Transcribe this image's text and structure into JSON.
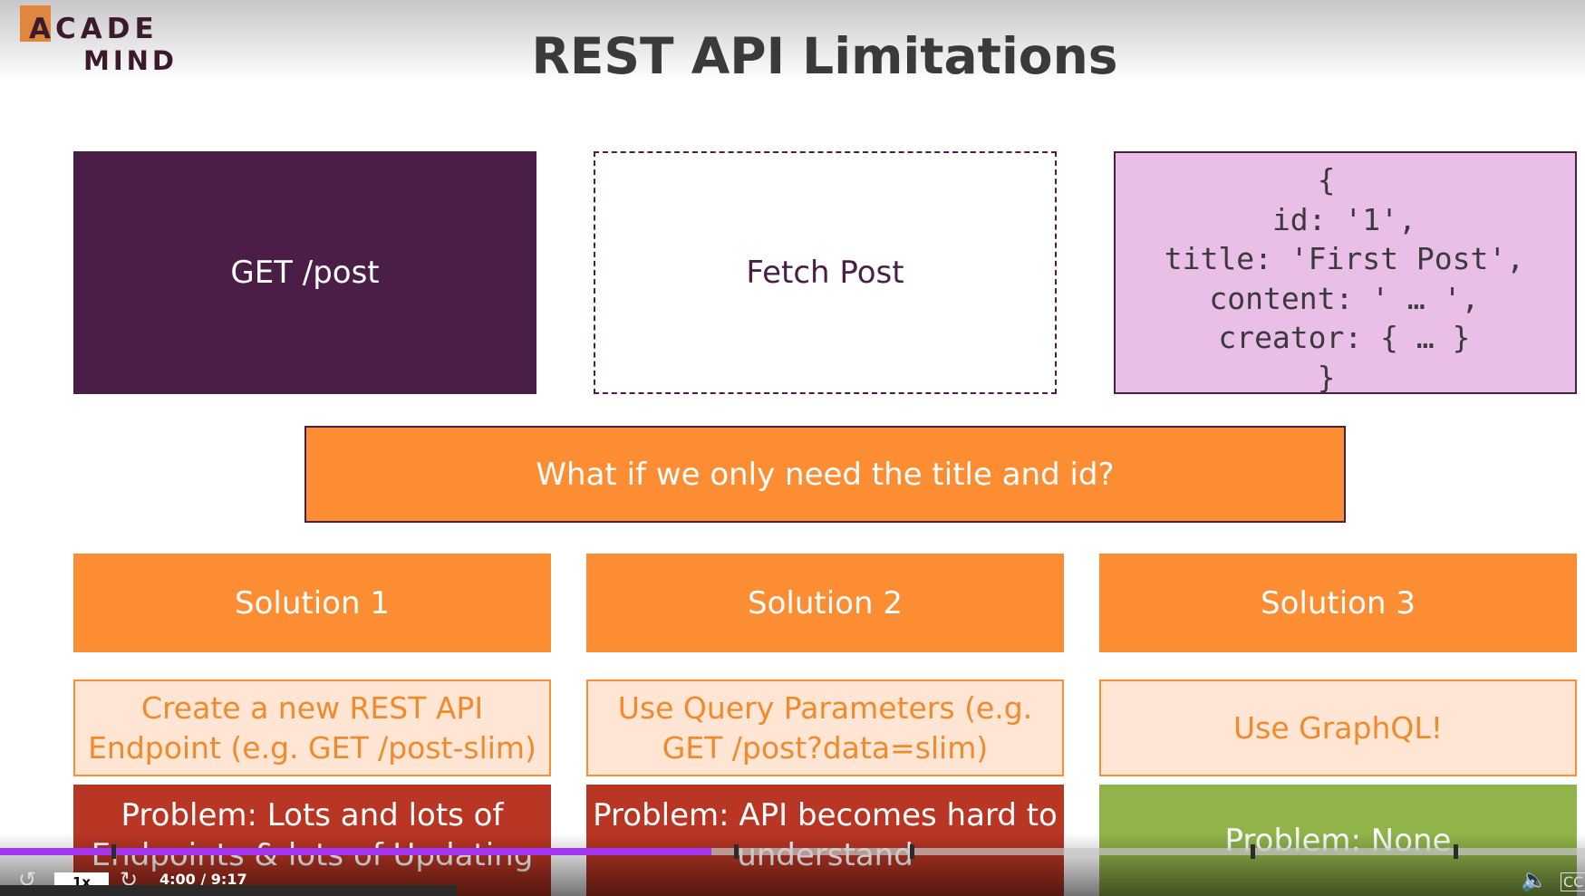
{
  "logo": {
    "line1": "ACADE",
    "line2": "MIND"
  },
  "slide": {
    "title": "REST API Limitations",
    "request": "GET /post",
    "action": "Fetch Post",
    "response_json": "{\n  id: '1',\n  title: 'First Post',\n  content: ' … ',\n  creator: { … }\n}",
    "question": "What if we only need the title and id?",
    "solutions": [
      {
        "label": "Solution 1",
        "approach": "Create a new REST API Endpoint (e.g. GET /post-slim)",
        "problem": "Problem: Lots and lots of Endpoints & lots of Updating"
      },
      {
        "label": "Solution 2",
        "approach": "Use Query Parameters (e.g. GET /post?data=slim)",
        "problem": "Problem: API becomes hard to understand"
      },
      {
        "label": "Solution 3",
        "approach": "Use GraphQL!",
        "problem": "Problem: None"
      }
    ]
  },
  "player": {
    "speed": "1x",
    "time": "4:00 / 9:17",
    "progress": 0.449,
    "icons": [
      "rewind-icon",
      "forward-icon",
      "volume-icon",
      "captions-icon"
    ]
  },
  "colors": {
    "purple": "#4a1e46",
    "orange": "#fd8d33",
    "pink": "#e9bfe8",
    "red": "#b93524",
    "green": "#90b44a",
    "progress": "#a435f0"
  }
}
